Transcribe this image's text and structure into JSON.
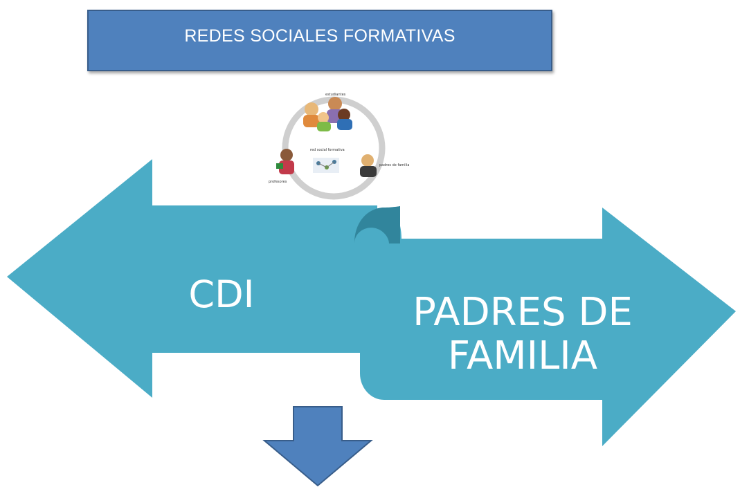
{
  "title": "REDES SOCIALES FORMATIVAS",
  "left_arrow": {
    "label": "CDI"
  },
  "right_arrow": {
    "label": "PADRES DE FAMILIA",
    "line1": "PADRES DE",
    "line2": "FAMILIA"
  },
  "illustration": {
    "description_icons": [
      "people-group-icon",
      "cycle-arrows-icon"
    ],
    "caption_top": "estudiantes",
    "caption_center": "red social formativa",
    "caption_left": "profesores",
    "caption_right": "padres de familia"
  },
  "colors": {
    "title_fill": "#4f81bd",
    "title_border": "#385d8a",
    "teal_arrow": "#4bacc6",
    "teal_dark": "#31859c",
    "down_arrow": "#4f81bd"
  }
}
